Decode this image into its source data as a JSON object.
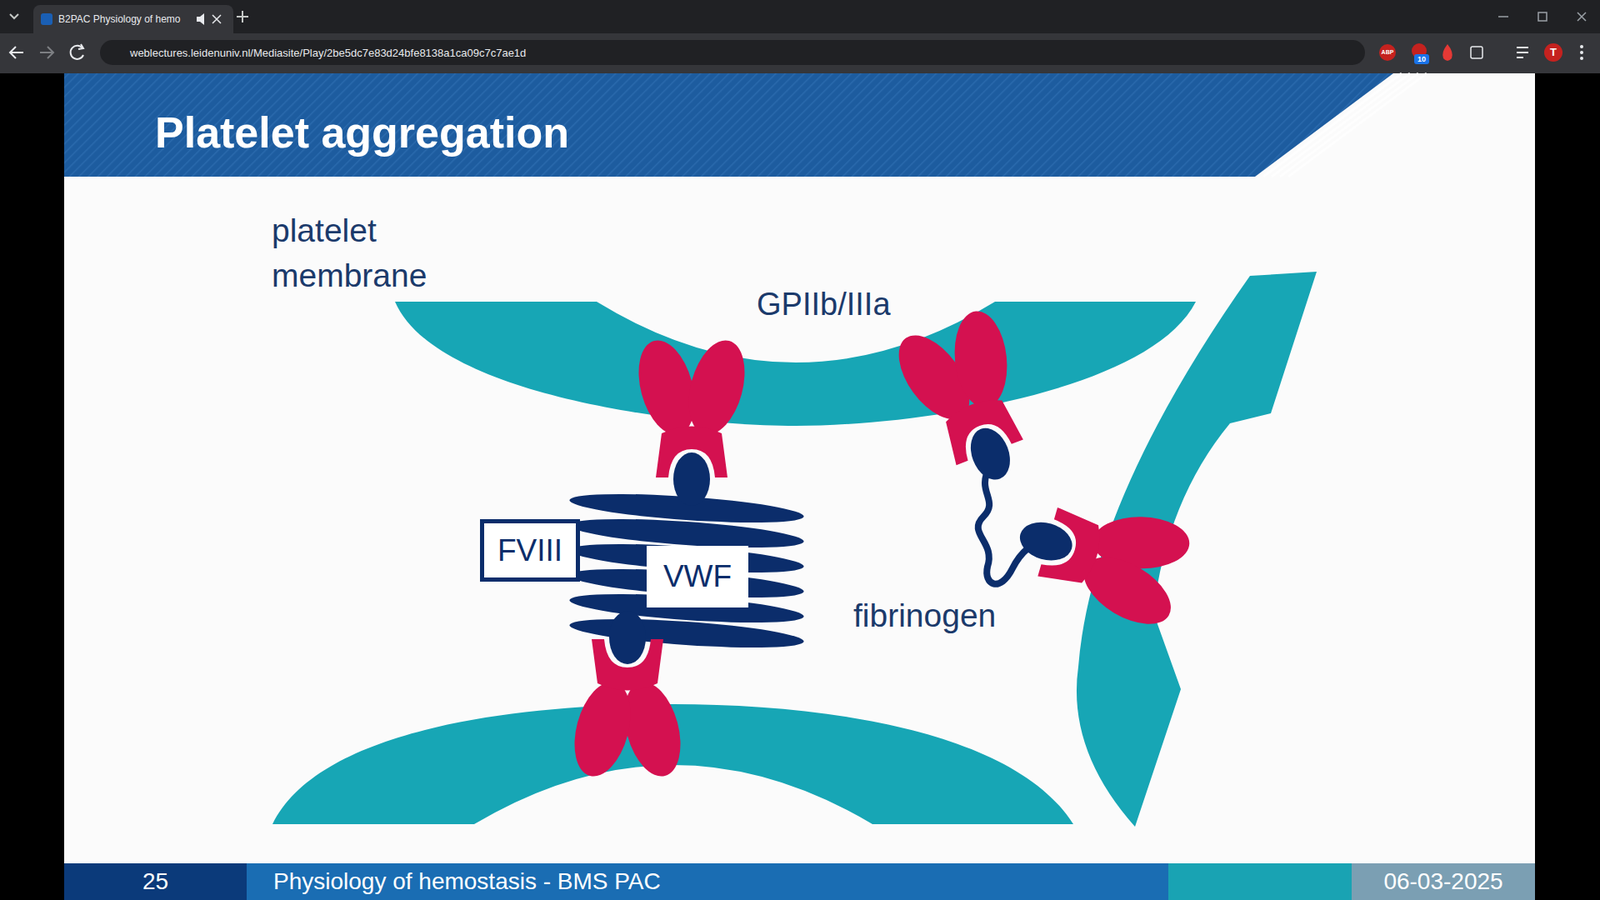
{
  "diagram": {
    "title": "Platelet aggregation",
    "nodes": [
      {
        "text": [
          "B2PAC Physiology of hemo"
        ]
      },
      {
        "text": [
          "weblectures.leidenuniv.nl/Mediasite/Play/2be5dc7e83d24bfe8138a1ca09c7c7ae1d"
        ]
      },
      {
        "text": [
          "FVIII"
        ]
      },
      {
        "text": [
          "VWF"
        ]
      },
      {
        "text": [
          "25"
        ]
      },
      {
        "text": [
          "Physiology of hemostasis - BMS PAC"
        ]
      },
      {
        "text": [
          "06-03-2025"
        ]
      }
    ],
    "labels": [
      "platelet membrane",
      "GPIIb/IIIa",
      "fibrinogen",
      "ABP",
      "10",
      "T"
    ]
  }
}
